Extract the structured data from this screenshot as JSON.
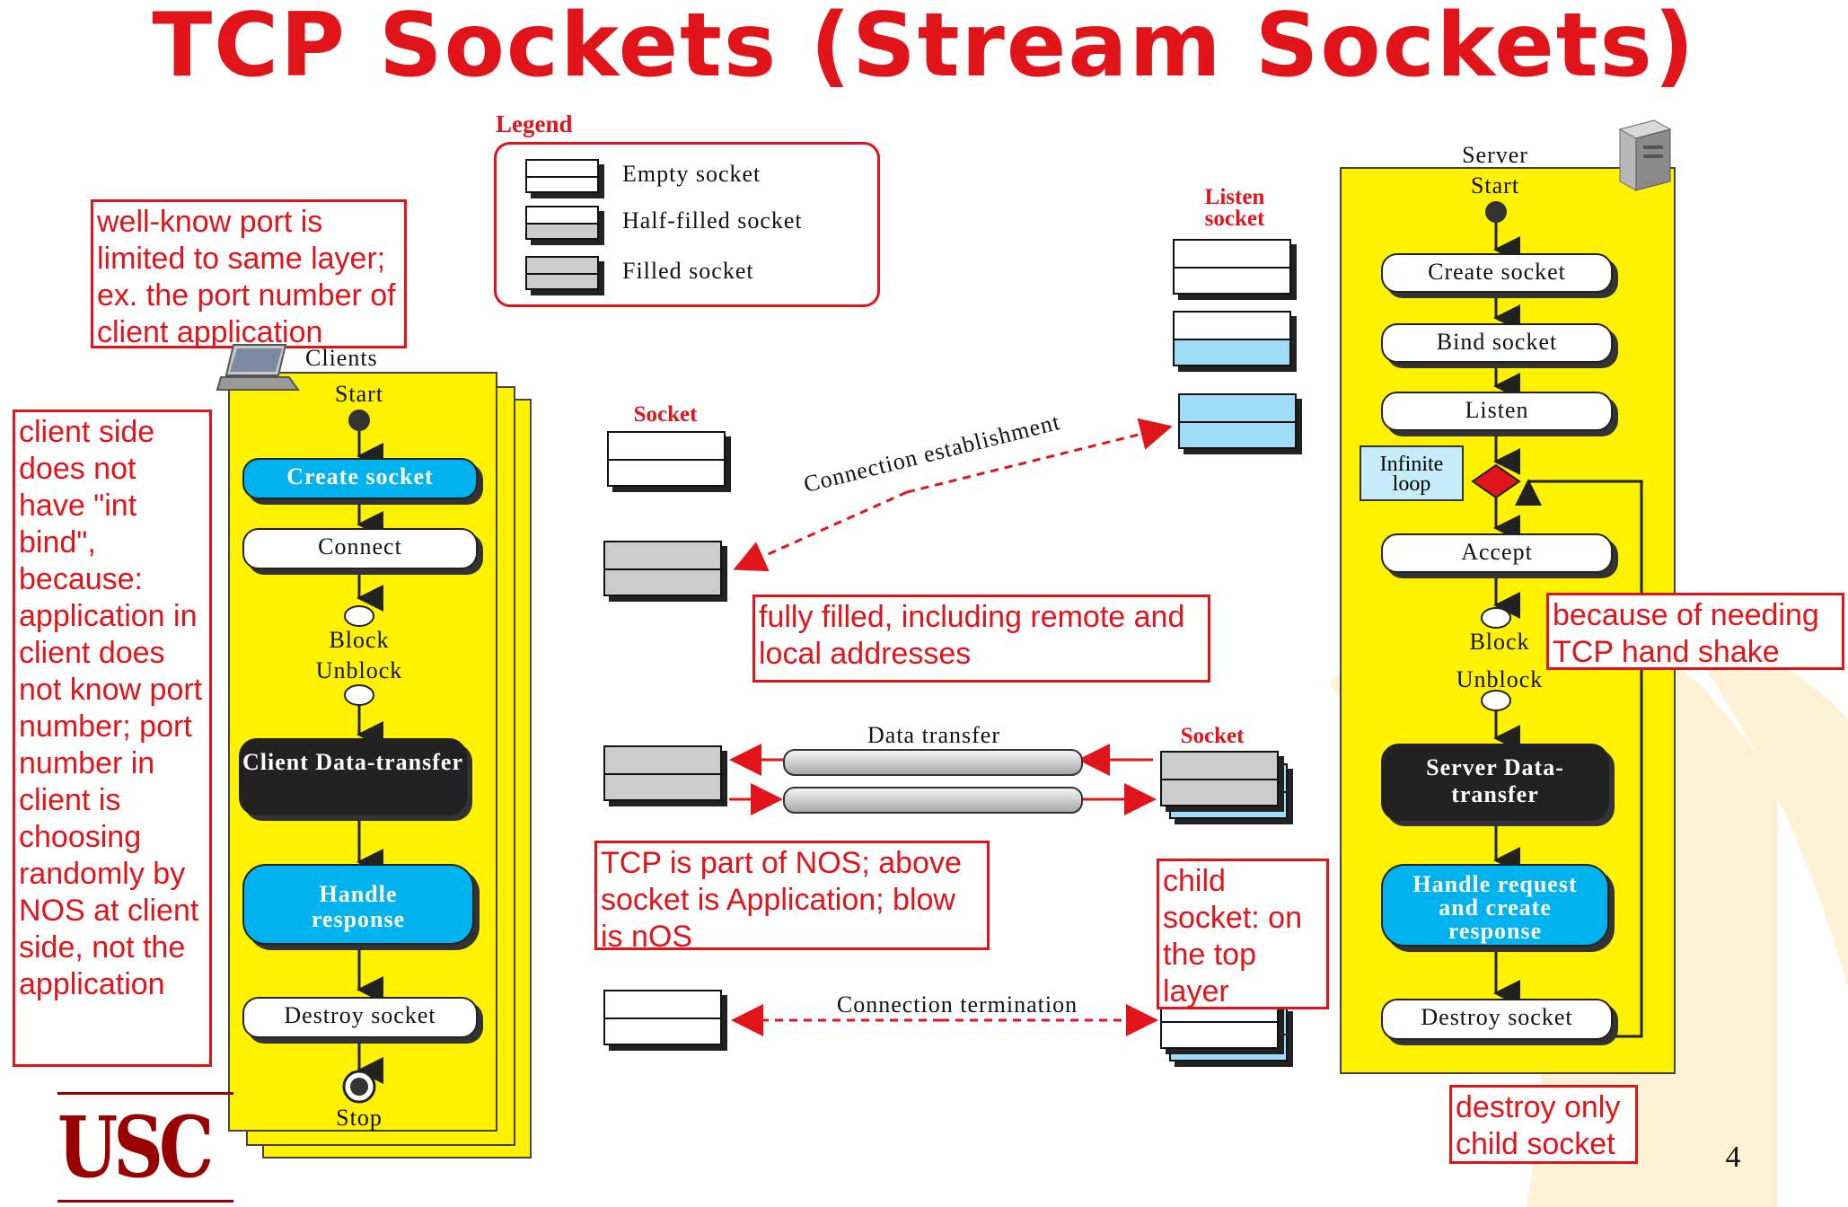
{
  "title": "TCP Sockets (Stream Sockets)",
  "legend": {
    "heading": "Legend",
    "items": [
      {
        "label": "Empty socket"
      },
      {
        "label": "Half-filled socket"
      },
      {
        "label": "Filled socket"
      }
    ]
  },
  "client": {
    "header": "Clients",
    "start": "Start",
    "create": "Create socket",
    "connect": "Connect",
    "block": "Block",
    "unblock": "Unblock",
    "data_transfer": "Client Data-transfer",
    "handle": "Handle response",
    "destroy": "Destroy socket",
    "stop": "Stop"
  },
  "server": {
    "header": "Server",
    "start": "Start",
    "create": "Create socket",
    "bind": "Bind socket",
    "listen": "Listen",
    "infinite_loop": "Infinite loop",
    "accept": "Accept",
    "block": "Block",
    "unblock": "Unblock",
    "data_transfer": "Server Data-transfer",
    "handle": "Handle request and create response",
    "destroy": "Destroy socket"
  },
  "middle": {
    "listen_socket": "Listen socket",
    "socket_client": "Socket",
    "socket_server": "Socket",
    "connection_establishment": "Connection establishment",
    "data_transfer": "Data transfer",
    "connection_termination": "Connection termination"
  },
  "notes": {
    "well_known": "well-know port is limited to same layer; ex. the port number of client application",
    "client_side": "client side does not have \"int bind\", because: application in client does not know port number; port number in client is choosing randomly by NOS at client side,  not the application",
    "fully_filled": "fully filled, including remote and local addresses",
    "tcp_nos": "TCP is part of NOS; above socket is Application; blow is nOS",
    "child_socket": "child socket: on the top layer",
    "handshake": "because of needing TCP hand shake",
    "destroy_child": "destroy only child socket"
  },
  "logo": "USC",
  "page_number": "4",
  "colors": {
    "accent_red": "#e1141a",
    "lane_yellow": "#fff200",
    "socket_blue": "#9fdcf5",
    "button_blue": "#00b3ee"
  }
}
